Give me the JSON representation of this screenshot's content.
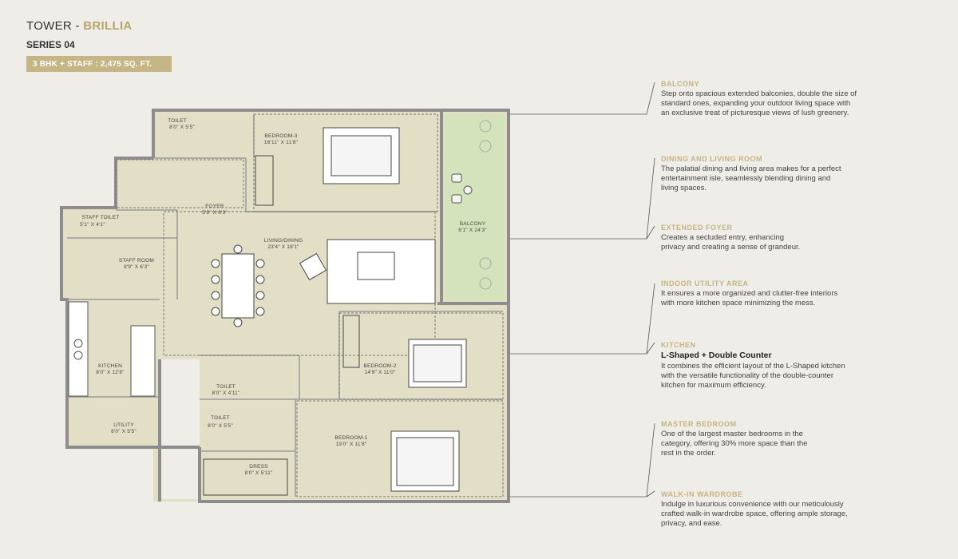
{
  "header": {
    "tower_prefix": "TOWER - ",
    "tower_name": "BRILLIA",
    "series": "SERIES 04",
    "config": "3 BHK + STAFF : 2,475 SQ. FT."
  },
  "rooms": {
    "toilet_top": {
      "name": "TOILET",
      "size": "8'0\" X 5'5\""
    },
    "bedroom3": {
      "name": "BEDROOM-3",
      "size": "16'11\" X 11'8\""
    },
    "foyer": {
      "name": "FOYER",
      "size": "5'9\" X 6'3\""
    },
    "staff_toilet": {
      "name": "STAFF TOILET",
      "size": "5'1\" X 4'1\""
    },
    "staff_room": {
      "name": "STAFF ROOM",
      "size": "8'9\" X 6'3\""
    },
    "living": {
      "name": "LIVING/DINING",
      "size": "23'4\" X 18'1\""
    },
    "balcony": {
      "name": "BALCONY",
      "size": "6'1\" X 24'3\""
    },
    "kitchen": {
      "name": "KITCHEN",
      "size": "8'0\" X 12'8\""
    },
    "bedroom2": {
      "name": "BEDROOM-2",
      "size": "14'9\" X 11'0\""
    },
    "toilet_mid": {
      "name": "TOILET",
      "size": "8'0\" X 4'11\""
    },
    "toilet_low": {
      "name": "TOILET",
      "size": "8'0\" X 5'5\""
    },
    "utility": {
      "name": "UTILITY",
      "size": "8'0\" X 5'5\""
    },
    "bedroom1": {
      "name": "BEDROOM-1",
      "size": "19'0\" X 11'8\""
    },
    "dress": {
      "name": "DRESS",
      "size": "8'0\" X 5'11\""
    }
  },
  "features": [
    {
      "title": "BALCONY",
      "subtitle": "",
      "lines": [
        "Step onto spacious extended balconies, double the size of",
        "standard ones, expanding your outdoor living space with",
        "an exclusive treat of picturesque views of lush greenery."
      ]
    },
    {
      "title": "DINING AND LIVING ROOM",
      "subtitle": "",
      "lines": [
        "The palatial dining and living area makes for a perfect",
        "entertainment isle, seamlessly blending dining and",
        "living spaces."
      ]
    },
    {
      "title": "EXTENDED FOYER",
      "subtitle": "",
      "lines": [
        "Creates a secluded entry, enhancing",
        "privacy and creating a sense of grandeur."
      ]
    },
    {
      "title": "INDOOR UTILITY AREA",
      "subtitle": "",
      "lines": [
        "It ensures a more organized and clutter-free interiors",
        "with more kitchen space minimizing the mess."
      ]
    },
    {
      "title": "KITCHEN",
      "subtitle": "L-Shaped + Double Counter",
      "lines": [
        "It combines the efficient layout of the L-Shaped kitchen",
        "with the versatile functionality of the double-counter",
        "kitchen for maximum efficiency."
      ]
    },
    {
      "title": "MASTER BEDROOM",
      "subtitle": "",
      "lines": [
        "One of the largest master bedrooms in the",
        "category, offering 30% more space than the",
        "rest in the order."
      ]
    },
    {
      "title": "WALK-IN WARDROBE",
      "subtitle": "",
      "lines": [
        "Indulge in luxurious convenience with our meticulously",
        "crafted walk-in wardrobe space, offering ample storage,",
        "privacy, and ease."
      ]
    }
  ],
  "colors": {
    "background": "#eeede8",
    "floor": "#e3dfc6",
    "balcony": "#d4e3bc",
    "wall": "#8d8d8d",
    "accent": "#c6b686"
  }
}
